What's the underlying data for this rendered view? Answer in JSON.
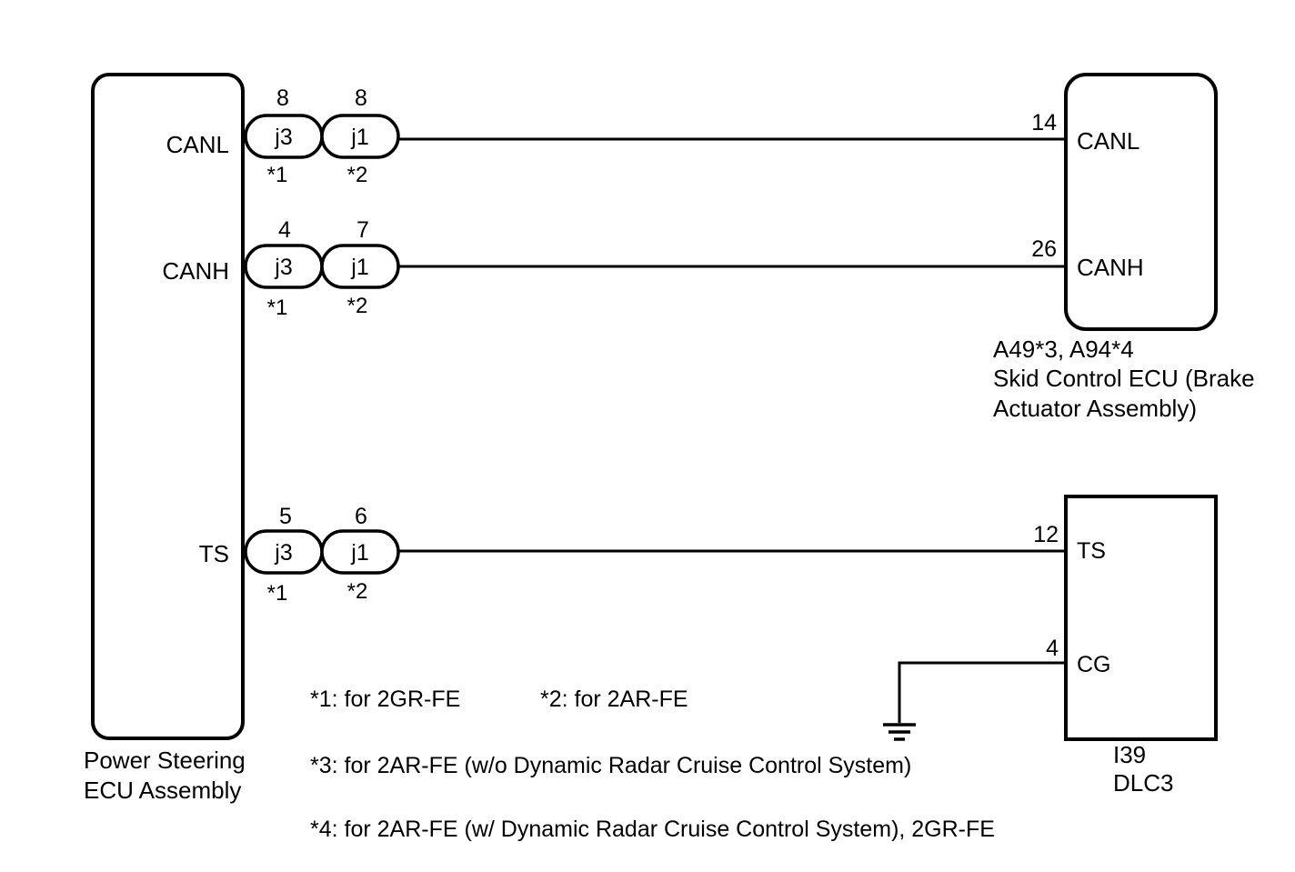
{
  "ps_ecu": {
    "label_line1": "Power Steering",
    "label_line2": "ECU Assembly",
    "pins": {
      "canl": "CANL",
      "canh": "CANH",
      "ts": "TS"
    }
  },
  "connectors": {
    "canl": {
      "a_name": "j3",
      "a_pin": "8",
      "a_note": "*1",
      "b_name": "j1",
      "b_pin": "8",
      "b_note": "*2"
    },
    "canh": {
      "a_name": "j3",
      "a_pin": "4",
      "a_note": "*1",
      "b_name": "j1",
      "b_pin": "7",
      "b_note": "*2"
    },
    "ts": {
      "a_name": "j3",
      "a_pin": "5",
      "a_note": "*1",
      "b_name": "j1",
      "b_pin": "6",
      "b_note": "*2"
    }
  },
  "skid_ecu": {
    "code": "A49*3, A94*4",
    "name_line1": "Skid Control ECU (Brake",
    "name_line2": "Actuator Assembly)",
    "pins": {
      "canl": {
        "num": "14",
        "name": "CANL"
      },
      "canh": {
        "num": "26",
        "name": "CANH"
      }
    }
  },
  "dlc3": {
    "code": "I39",
    "name": "DLC3",
    "pins": {
      "ts": {
        "num": "12",
        "name": "TS"
      },
      "cg": {
        "num": "4",
        "name": "CG"
      }
    },
    "ground_icon": "ground-symbol"
  },
  "notes": {
    "n1": "*1: for 2GR-FE",
    "n2": "*2: for 2AR-FE",
    "n3": "*3: for 2AR-FE (w/o Dynamic Radar Cruise Control System)",
    "n4": "*4: for 2AR-FE (w/ Dynamic Radar Cruise Control System), 2GR-FE"
  }
}
